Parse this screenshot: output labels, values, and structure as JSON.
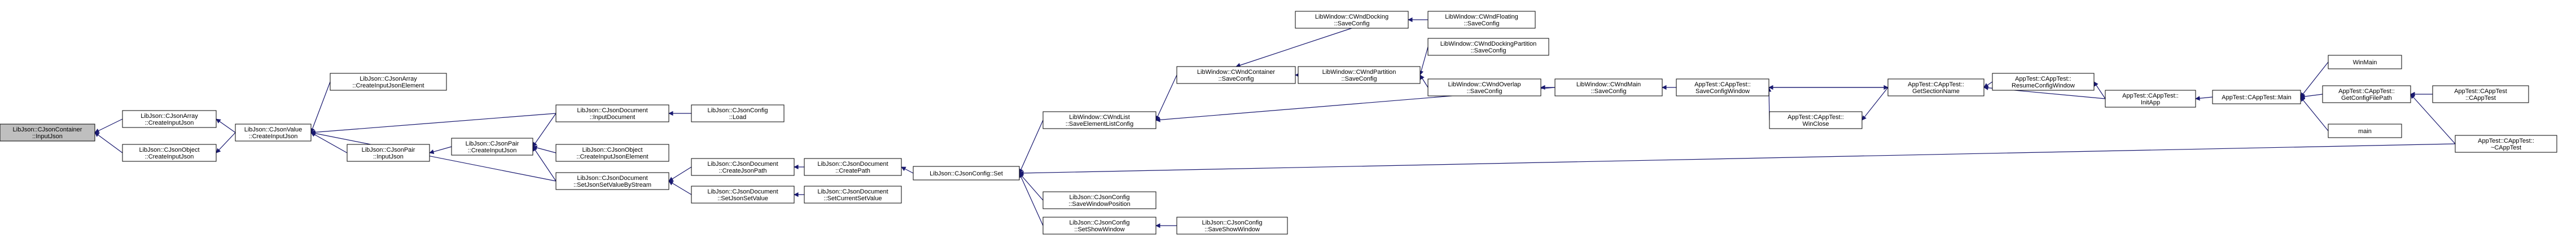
{
  "nodes": [
    {
      "id": "n_insert",
      "label": [
        "LibJson::CJsonContainer",
        "::InputJson"
      ],
      "highlight": true
    },
    {
      "id": "n_arr_create",
      "label": [
        "LibJson::CJsonArray",
        "::CreateInputJson"
      ]
    },
    {
      "id": "n_obj_create",
      "label": [
        "LibJson::CJsonObject",
        "::CreateInputJson"
      ]
    },
    {
      "id": "n_val_create",
      "label": [
        "LibJson::CJsonValue",
        "::CreateInputJson"
      ]
    },
    {
      "id": "n_arr_elem",
      "label": [
        "LibJson::CJsonArray",
        "::CreateInputJsonElement"
      ]
    },
    {
      "id": "n_pair_input",
      "label": [
        "LibJson::CJsonPair",
        "::InputJson"
      ]
    },
    {
      "id": "n_pair_create",
      "label": [
        "LibJson::CJsonPair",
        "::CreateInputJson"
      ]
    },
    {
      "id": "n_doc_input",
      "label": [
        "LibJson::CJsonDocument",
        "::InputDocument"
      ]
    },
    {
      "id": "n_obj_elem",
      "label": [
        "LibJson::CJsonObject",
        "::CreateInputJsonElement"
      ]
    },
    {
      "id": "n_doc_stream",
      "label": [
        "LibJson::CJsonDocument",
        "::SetJsonSetValueByStream"
      ]
    },
    {
      "id": "n_cfg_load",
      "label": [
        "LibJson::CJsonConfig",
        "::Load"
      ]
    },
    {
      "id": "n_doc_jpath",
      "label": [
        "LibJson::CJsonDocument",
        "::CreateJsonPath"
      ]
    },
    {
      "id": "n_doc_setval",
      "label": [
        "LibJson::CJsonDocument",
        "::SetJsonSetValue"
      ]
    },
    {
      "id": "n_doc_path",
      "label": [
        "LibJson::CJsonDocument",
        "::CreatePath"
      ]
    },
    {
      "id": "n_doc_cur",
      "label": [
        "LibJson::CJsonDocument",
        "::SetCurrentSetValue"
      ]
    },
    {
      "id": "n_cfg_set",
      "label": [
        "LibJson::CJsonConfig::Set"
      ]
    },
    {
      "id": "n_list_save",
      "label": [
        "LibWindow::CWndList",
        "::SaveElementListConfig"
      ]
    },
    {
      "id": "n_cfg_savepos",
      "label": [
        "LibJson::CJsonConfig",
        "::SaveWindowPosition"
      ]
    },
    {
      "id": "n_cfg_setshow",
      "label": [
        "LibJson::CJsonConfig",
        "::SetShowWindow"
      ]
    },
    {
      "id": "n_cfg_saveshow",
      "label": [
        "LibJson::CJsonConfig",
        "::SaveShowWindow"
      ]
    },
    {
      "id": "n_cont_save",
      "label": [
        "LibWindow::CWndContainer",
        "::SaveConfig"
      ]
    },
    {
      "id": "n_dock_save",
      "label": [
        "LibWindow::CWndDocking",
        "::SaveConfig"
      ]
    },
    {
      "id": "n_float_save",
      "label": [
        "LibWindow::CWndFloating",
        "::SaveConfig"
      ]
    },
    {
      "id": "n_part_save",
      "label": [
        "LibWindow::CWndPartition",
        "::SaveConfig"
      ]
    },
    {
      "id": "n_dockpart_save",
      "label": [
        "LibWindow::CWndDockingPartition",
        "::SaveConfig"
      ]
    },
    {
      "id": "n_over_save",
      "label": [
        "LibWindow::CWndOverlap",
        "::SaveConfig"
      ]
    },
    {
      "id": "n_main_save",
      "label": [
        "LibWindow::CWndMain",
        "::SaveConfig"
      ]
    },
    {
      "id": "n_app_savecfg",
      "label": [
        "AppTest::CAppTest::",
        "SaveConfigWindow"
      ]
    },
    {
      "id": "n_app_winclose",
      "label": [
        "AppTest::CAppTest::",
        "WinClose"
      ]
    },
    {
      "id": "n_app_getsec",
      "label": [
        "AppTest::CAppTest::",
        "GetSectionName"
      ]
    },
    {
      "id": "n_app_resume",
      "label": [
        "AppTest::CAppTest::",
        "ResumeConfigWindow"
      ]
    },
    {
      "id": "n_app_init",
      "label": [
        "AppTest::CAppTest::",
        "InitApp"
      ]
    },
    {
      "id": "n_app_main",
      "label": [
        "AppTest::CAppTest::Main"
      ]
    },
    {
      "id": "n_winmain",
      "label": [
        "WinMain"
      ]
    },
    {
      "id": "n_app_getcfg",
      "label": [
        "AppTest::CAppTest::",
        "GetConfigFilePath"
      ]
    },
    {
      "id": "n_main",
      "label": [
        "main"
      ]
    },
    {
      "id": "n_app_ctor",
      "label": [
        "AppTest::CAppTest",
        "::CAppTest"
      ]
    },
    {
      "id": "n_app_dtor",
      "label": [
        "AppTest::CAppTest::",
        "~CAppTest"
      ]
    }
  ],
  "edges": [
    {
      "from": "n_arr_create",
      "to": "n_insert"
    },
    {
      "from": "n_obj_create",
      "to": "n_insert"
    },
    {
      "from": "n_val_create",
      "to": "n_arr_create"
    },
    {
      "from": "n_val_create",
      "to": "n_obj_create"
    },
    {
      "from": "n_arr_elem",
      "to": "n_val_create"
    },
    {
      "from": "n_pair_input",
      "to": "n_val_create"
    },
    {
      "from": "n_doc_input",
      "to": "n_val_create"
    },
    {
      "from": "n_doc_stream",
      "to": "n_val_create"
    },
    {
      "from": "n_pair_create",
      "to": "n_pair_input"
    },
    {
      "from": "n_doc_input",
      "to": "n_pair_create"
    },
    {
      "from": "n_obj_elem",
      "to": "n_pair_create"
    },
    {
      "from": "n_doc_stream",
      "to": "n_pair_create"
    },
    {
      "from": "n_cfg_load",
      "to": "n_doc_input"
    },
    {
      "from": "n_doc_jpath",
      "to": "n_doc_stream"
    },
    {
      "from": "n_doc_setval",
      "to": "n_doc_stream"
    },
    {
      "from": "n_doc_path",
      "to": "n_doc_jpath"
    },
    {
      "from": "n_doc_cur",
      "to": "n_doc_setval"
    },
    {
      "from": "n_cfg_set",
      "to": "n_doc_path"
    },
    {
      "from": "n_list_save",
      "to": "n_cfg_set"
    },
    {
      "from": "n_cfg_savepos",
      "to": "n_cfg_set"
    },
    {
      "from": "n_cfg_setshow",
      "to": "n_cfg_set"
    },
    {
      "from": "n_app_dtor",
      "to": "n_cfg_set"
    },
    {
      "from": "n_cfg_saveshow",
      "to": "n_cfg_setshow"
    },
    {
      "from": "n_cont_save",
      "to": "n_list_save"
    },
    {
      "from": "n_main_save",
      "to": "n_list_save"
    },
    {
      "from": "n_dock_save",
      "to": "n_cont_save"
    },
    {
      "from": "n_part_save",
      "to": "n_cont_save"
    },
    {
      "from": "n_float_save",
      "to": "n_dock_save"
    },
    {
      "from": "n_dockpart_save",
      "to": "n_part_save"
    },
    {
      "from": "n_over_save",
      "to": "n_part_save"
    },
    {
      "from": "n_main_save",
      "to": "n_over_save"
    },
    {
      "from": "n_app_savecfg",
      "to": "n_main_save"
    },
    {
      "from": "n_app_getsec",
      "to": "n_app_savecfg"
    },
    {
      "from": "n_app_winclose",
      "to": "n_app_savecfg"
    },
    {
      "from": "n_app_savecfg",
      "to": "n_app_getsec"
    },
    {
      "from": "n_app_getsec",
      "to": "n_app_winclose"
    },
    {
      "from": "n_app_resume",
      "to": "n_app_getsec"
    },
    {
      "from": "n_app_init",
      "to": "n_app_getsec"
    },
    {
      "from": "n_app_init",
      "to": "n_app_resume"
    },
    {
      "from": "n_app_main",
      "to": "n_app_init"
    },
    {
      "from": "n_winmain",
      "to": "n_app_main"
    },
    {
      "from": "n_app_getcfg",
      "to": "n_app_main"
    },
    {
      "from": "n_main",
      "to": "n_app_main"
    },
    {
      "from": "n_app_ctor",
      "to": "n_app_getcfg"
    },
    {
      "from": "n_app_dtor",
      "to": "n_app_getcfg"
    }
  ]
}
